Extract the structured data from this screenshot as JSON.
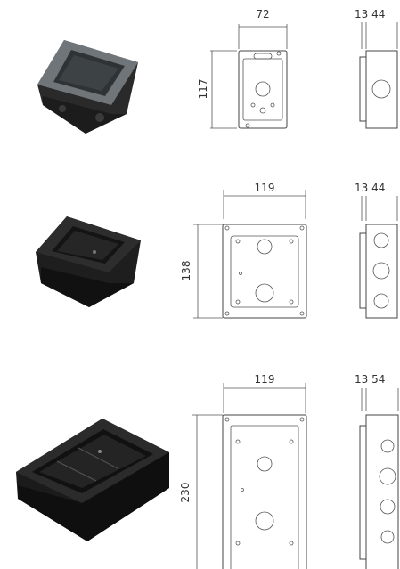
{
  "rows": [
    {
      "front": {
        "width_label": "72",
        "height_label": "117"
      },
      "side": {
        "depth_label": "13 44"
      }
    },
    {
      "front": {
        "width_label": "119",
        "height_label": "138"
      },
      "side": {
        "depth_label": "13 44"
      }
    },
    {
      "front": {
        "width_label": "119",
        "height_label": "230"
      },
      "side": {
        "depth_label": "13  54"
      }
    }
  ],
  "colors": {
    "line": "#444444",
    "box_body": "#1e1e1e",
    "box_cover": "#7a7f82"
  }
}
